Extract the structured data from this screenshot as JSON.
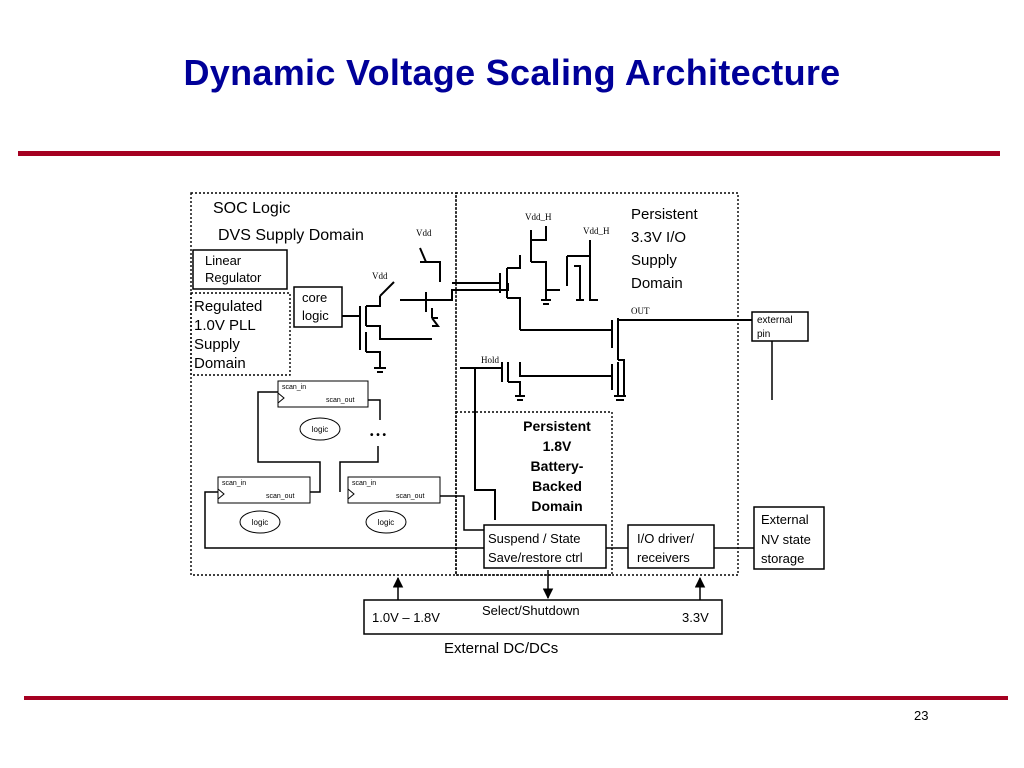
{
  "slide": {
    "title": "Dynamic Voltage Scaling Architecture",
    "page_number": "23",
    "accent_color": "#a50021",
    "title_color": "#000099"
  },
  "diagram": {
    "soc_logic": [
      "SOC Logic",
      "DVS Supply Domain"
    ],
    "linear_regulator": [
      "Linear",
      "Regulator"
    ],
    "core_logic": [
      "core",
      "logic"
    ],
    "pll_domain": [
      "Regulated",
      "1.0V PLL",
      "Supply",
      "Domain"
    ],
    "io_domain": [
      "Persistent",
      "3.3V I/O",
      "Supply",
      "Domain"
    ],
    "battery_domain": [
      "Persistent",
      "1.8V",
      "Battery-",
      "Backed",
      "Domain"
    ],
    "vdd": "Vdd",
    "vdd_h": "Vdd_H",
    "out": "OUT",
    "hold": "Hold",
    "ellipsis": "• • •",
    "external_pin": [
      "external",
      "pin"
    ],
    "scan_in": "scan_in",
    "scan_out": "scan_out",
    "logic": "logic",
    "suspend_ctrl": [
      "Suspend / State",
      "Save/restore ctrl"
    ],
    "io_driver": [
      "I/O driver/",
      "receivers"
    ],
    "nv_storage": [
      "External",
      "NV state",
      "storage"
    ],
    "dcdc_low": "1.0V – 1.8V",
    "select_shutdown": "Select/Shutdown",
    "dcdc_high": "3.3V",
    "external_dcdc": "External DC/DCs"
  }
}
